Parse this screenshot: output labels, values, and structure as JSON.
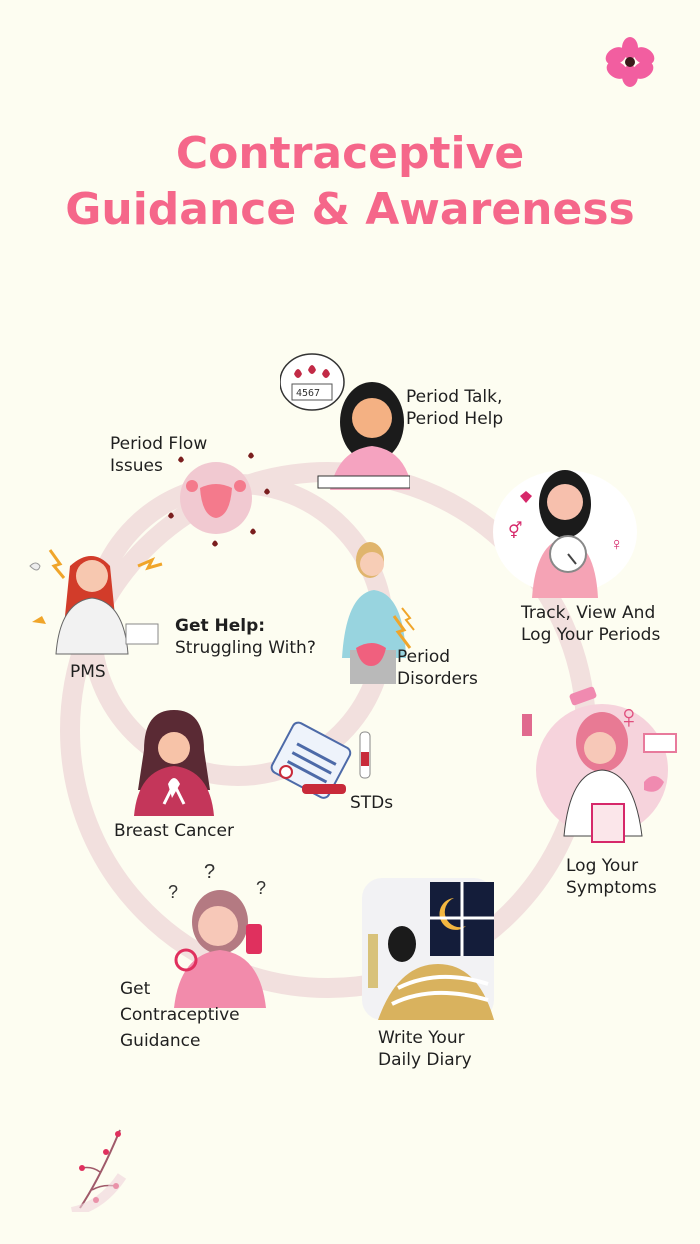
{
  "header": {
    "title_line1": "Contraceptive",
    "title_line2": "Guidance & Awareness"
  },
  "center": {
    "prompt_bold": "Get Help:",
    "prompt_text": "Struggling With?"
  },
  "outer_items": [
    {
      "line1": "Period Talk,",
      "line2": "Period Help",
      "icon": "woman-reading-icon"
    },
    {
      "line1": "Track, View And",
      "line2": "Log Your Periods",
      "icon": "woman-clock-icon"
    },
    {
      "line1": "Log Your",
      "line2": "Symptoms",
      "icon": "woman-clipboard-icon"
    },
    {
      "line1": "Write Your",
      "line2": "Daily Diary",
      "icon": "woman-bed-night-icon"
    },
    {
      "line1": "Get",
      "line2": "Contraceptive",
      "line3": "Guidance",
      "icon": "woman-question-icon"
    }
  ],
  "inner_items": [
    {
      "line1": "Period Flow",
      "line2": "Issues",
      "icon": "uterus-drops-icon"
    },
    {
      "line1": "PMS",
      "icon": "angry-woman-icon"
    },
    {
      "line1": "Period",
      "line2": "Disorders",
      "icon": "woman-cramps-icon"
    },
    {
      "line1": "STDs",
      "icon": "test-kit-icon"
    },
    {
      "line1": "Breast Cancer",
      "icon": "woman-ribbon-icon"
    }
  ],
  "decor": {
    "top_right": "flower-icon",
    "bottom_left": "branch-icon"
  },
  "colors": {
    "accent": "#f5678a",
    "ring": "#f0dcdc",
    "background": "#fdfdf1"
  }
}
